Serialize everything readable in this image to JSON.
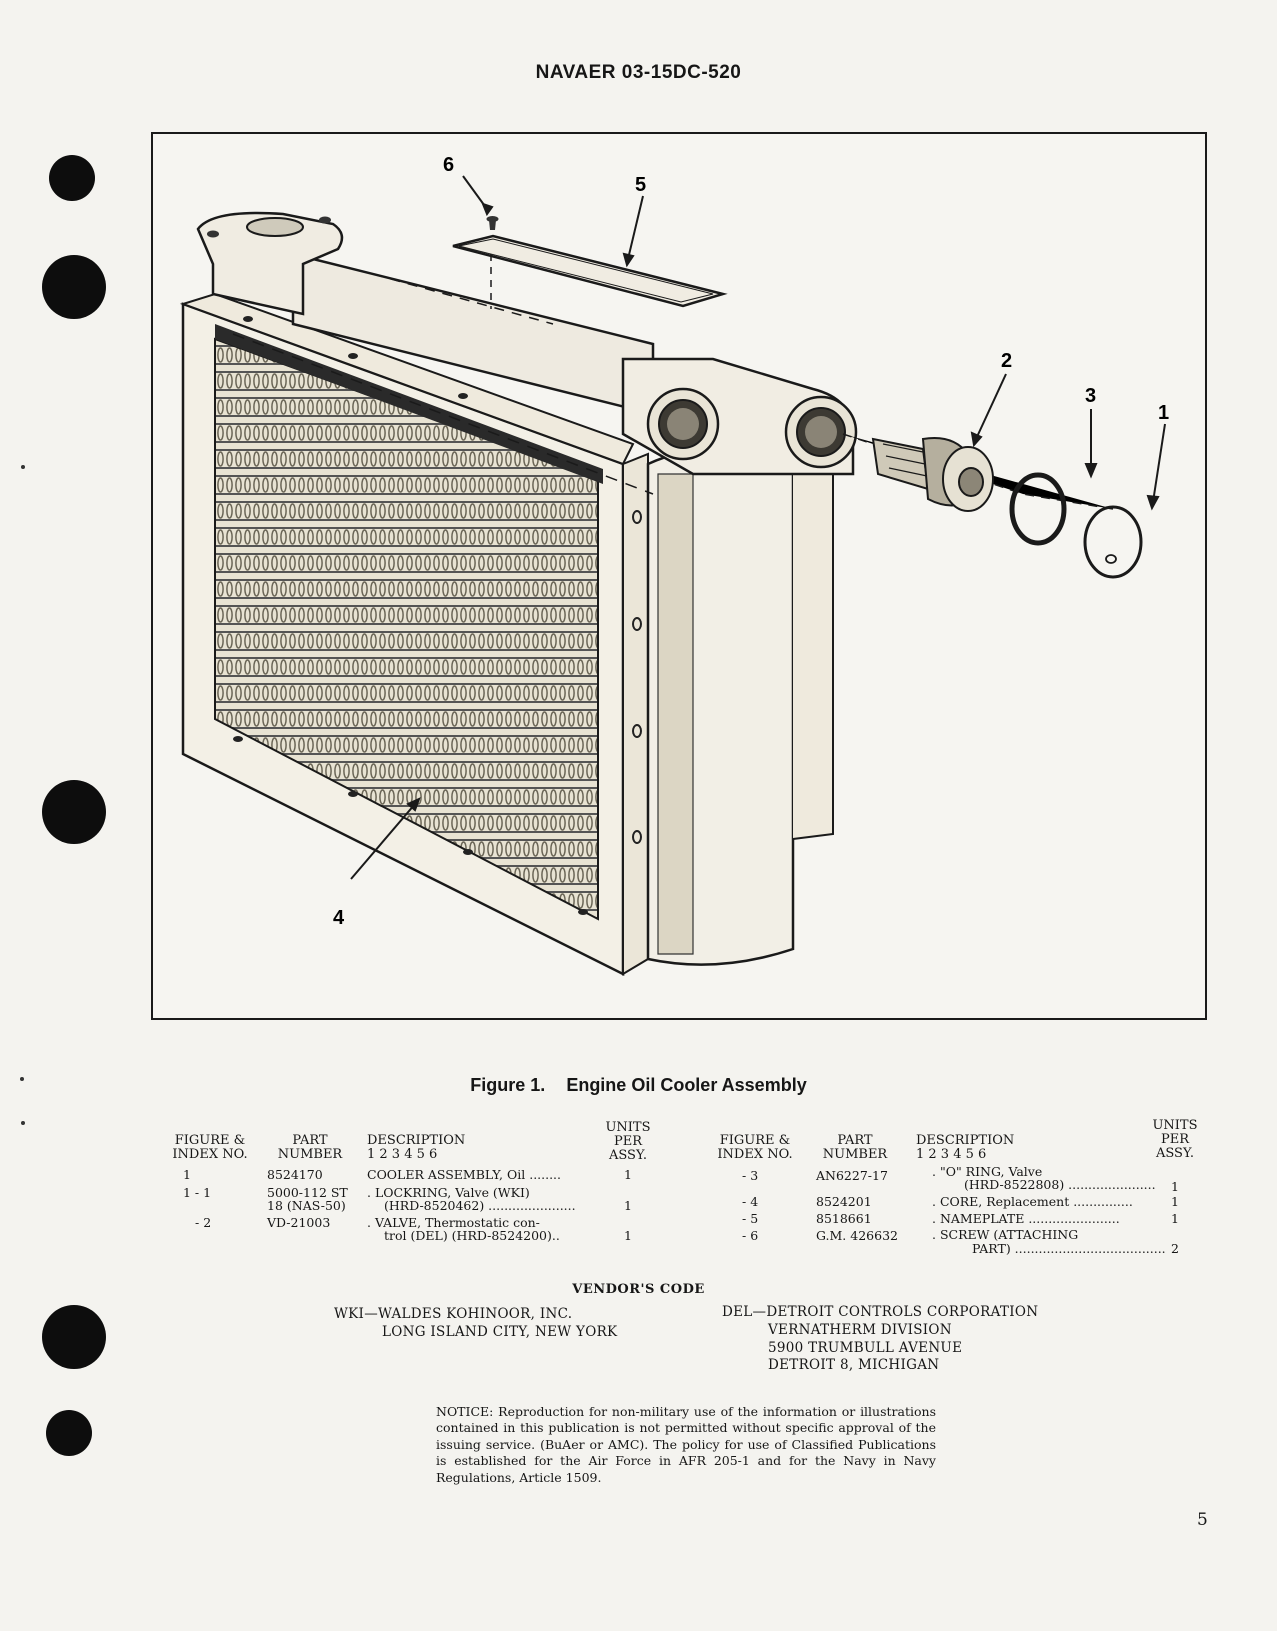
{
  "header": {
    "doc_number": "NAVAER 03-15DC-520"
  },
  "figure": {
    "callouts": [
      "1",
      "2",
      "3",
      "4",
      "5",
      "6"
    ],
    "caption_number": "Figure 1.",
    "caption_title": "Engine Oil Cooler Assembly"
  },
  "parts_table": {
    "headers": {
      "figure_index": [
        "FIGURE &",
        "INDEX NO."
      ],
      "part_number": [
        "PART",
        "NUMBER"
      ],
      "description": [
        "DESCRIPTION",
        "1  2  3  4  5  6"
      ],
      "units": [
        "UNITS",
        "PER",
        "ASSY."
      ]
    },
    "left_rows": [
      {
        "index": "1",
        "part": [
          "8524170"
        ],
        "desc": [
          "COOLER ASSEMBLY, Oil ........"
        ],
        "units": "1"
      },
      {
        "index": "1 -  1",
        "part": [
          "5000-112 ST",
          "18 (NAS-50)"
        ],
        "desc": [
          ".  LOCKRING, Valve (WKI)",
          "(HRD-8520462) ......................"
        ],
        "units": "1"
      },
      {
        "index": "-  2",
        "part": [
          "VD-21003"
        ],
        "desc": [
          ".  VALVE, Thermostatic con-",
          "trol (DEL) (HRD-8524200).."
        ],
        "units": "1"
      }
    ],
    "right_rows": [
      {
        "index": "-  3",
        "part": [
          "AN6227-17"
        ],
        "desc": [
          ".  \"O\" RING, Valve",
          "(HRD-8522808) ......................"
        ],
        "units": "1"
      },
      {
        "index": "-  4",
        "part": [
          "8524201"
        ],
        "desc": [
          ".  CORE, Replacement ..............."
        ],
        "units": "1"
      },
      {
        "index": "-  5",
        "part": [
          "8518661"
        ],
        "desc": [
          ".  NAMEPLATE ......................."
        ],
        "units": "1"
      },
      {
        "index": "-  6",
        "part": [
          "G.M. 426632"
        ],
        "desc": [
          ".  SCREW  (ATTACHING",
          "PART) ......................................"
        ],
        "units": "2"
      }
    ]
  },
  "vendors": {
    "title": "VENDOR'S CODE",
    "wki": [
      "WKI—WALDES KOHINOOR, INC.",
      "LONG ISLAND CITY, NEW YORK"
    ],
    "del": [
      "DEL—DETROIT CONTROLS CORPORATION",
      "VERNATHERM DIVISION",
      "5900 TRUMBULL AVENUE",
      "DETROIT 8, MICHIGAN"
    ]
  },
  "notice": "NOTICE: Reproduction for non-military use of the information or illustrations contained in this publication is not permitted without specific approval of the issuing service. (BuAer or AMC). The policy for use of Classified Publications is established for the Air Force in AFR 205-1 and for the Navy in Navy Regulations, Article 1509.",
  "page_number": "5",
  "colors": {
    "ink": "#161616",
    "paper": "#f4f3ef"
  }
}
